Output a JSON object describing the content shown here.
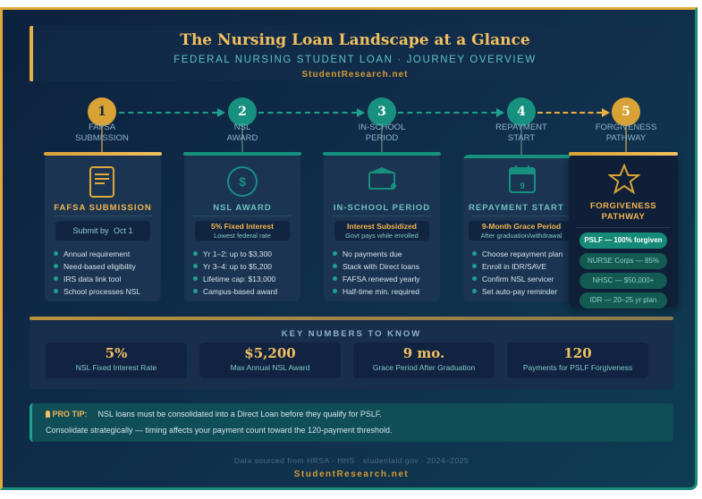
{
  "header": {
    "title": "The Nursing Loan Landscape at a Glance",
    "subtitle": "FEDERAL NURSING STUDENT LOAN · JOURNEY OVERVIEW",
    "site": "StudentResearch.net"
  },
  "steps": [
    {
      "number": "1",
      "label_line1": "FAFSA",
      "label_line2": "SUBMISSION",
      "color": "#d8a235"
    },
    {
      "number": "2",
      "label_line1": "NSL",
      "label_line2": "AWARD",
      "color": "#17907f"
    },
    {
      "number": "3",
      "label_line1": "IN-SCHOOL",
      "label_line2": "PERIOD",
      "color": "#17907f"
    },
    {
      "number": "4",
      "label_line1": "REPAYMENT",
      "label_line2": "START",
      "color": "#17907f"
    },
    {
      "number": "5",
      "label_line1": "FORGIVENESS",
      "label_line2": "PATHWAY",
      "color": "#d8a235"
    }
  ],
  "cards": [
    {
      "title": "FAFSA SUBMISSION",
      "icon": "document-icon",
      "highlight_overlap_a": "Submit by",
      "highlight_overlap_b": "Oct 1",
      "bullets": [
        "Annual requirement",
        "Need-based eligibility",
        "IRS data link tool",
        "School processes NSL"
      ]
    },
    {
      "title": "NSL AWARD",
      "icon": "dollar-icon",
      "highlight": "5% Fixed Interest",
      "highlight_sub": "Lowest federal rate",
      "bullets": [
        "Yr 1–2: up to $3,300",
        "Yr 3–4: up to $5,200",
        "Lifetime cap: $13,000",
        "Campus-based award"
      ]
    },
    {
      "title": "IN-SCHOOL PERIOD",
      "icon": "graduation-icon",
      "highlight": "Interest Subsidized",
      "highlight_sub": "Govt pays while enrolled",
      "bullets": [
        "No payments due",
        "Stack with Direct loans",
        "FAFSA renewed yearly",
        "Half-time min. required"
      ]
    },
    {
      "title": "REPAYMENT START",
      "icon": "calendar-icon",
      "calendar_day": "9",
      "highlight": "9-Month Grace Period",
      "highlight_sub": "After graduation/withdrawal",
      "bullets": [
        "Choose repayment plan",
        "Enroll in IDR/SAVE",
        "Confirm NSL servicer",
        "Set auto-pay reminder"
      ]
    },
    {
      "title_line1": "FORGIVENESS",
      "title_line2": "PATHWAY",
      "icon": "star-icon",
      "options": [
        "PSLF — 100% forgiven",
        "NURSE Corps — 85%",
        "NHSC — $50,000+",
        "IDR — 20–25 yr plan"
      ]
    }
  ],
  "key_numbers": {
    "title": "KEY NUMBERS TO KNOW",
    "items": [
      {
        "value": "5%",
        "label": "NSL Fixed Interest Rate"
      },
      {
        "value": "$5,200",
        "label": "Max Annual NSL Award"
      },
      {
        "value": "9 mo.",
        "label": "Grace Period After Graduation"
      },
      {
        "value": "120",
        "label": "Payments for PSLF Forgiveness"
      }
    ]
  },
  "tip": {
    "label": "PRO TIP:",
    "line1": "NSL loans must be consolidated into a Direct Loan before they qualify for PSLF.",
    "line2": "Consolidate strategically — timing affects your payment count toward the 120-payment threshold."
  },
  "footer": {
    "source": "Data sourced from HRSA · HHS · studentaid.gov · 2024–2025",
    "site": "StudentResearch.net"
  }
}
